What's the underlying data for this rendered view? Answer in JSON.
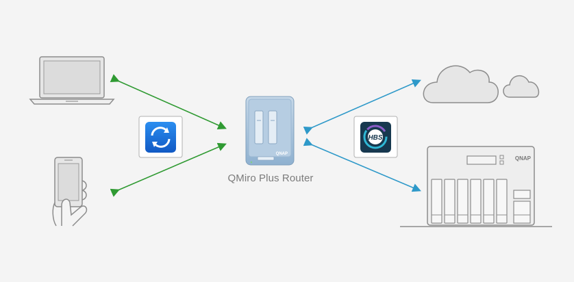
{
  "diagram": {
    "router_label": "QMiro Plus Router",
    "nas_brand": "QNAP",
    "router_brand": "QNAP",
    "hbs_badge_text": "HBS",
    "colors": {
      "background": "#f4f4f4",
      "device_outline": "#8c8c8c",
      "device_fill": "#e6e6e6",
      "green_arrow": "#2f9a32",
      "blue_arrow": "#2e99c9",
      "router_body": "#a8c4dc",
      "sync_icon_bg": "#1d6fd6",
      "hbs_icon_bg": "#17384f",
      "label_text": "#7b7b7b"
    },
    "icons": {
      "laptop": "laptop-icon",
      "phone": "smartphone-in-hand-icon",
      "router": "qmiro-router-icon",
      "sync": "sync-app-icon",
      "hbs": "hbs-app-icon",
      "cloud": "cloud-icon",
      "nas": "nas-server-icon"
    }
  }
}
